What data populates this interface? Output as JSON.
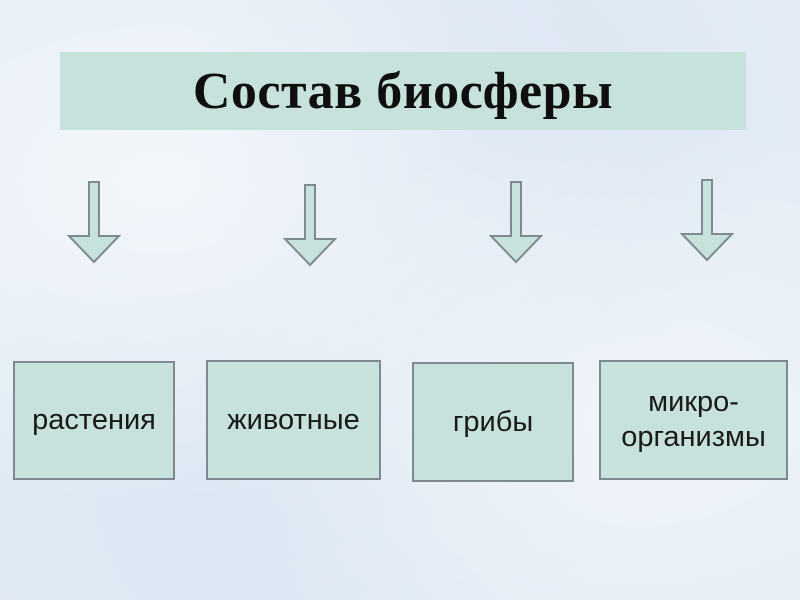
{
  "title": "Состав биосферы",
  "components": [
    {
      "label": "растения"
    },
    {
      "label": "животные"
    },
    {
      "label": "грибы"
    },
    {
      "label_line1": "микро-",
      "label_line2": "организмы"
    }
  ],
  "colors": {
    "box_fill": "#c7e2dc",
    "arrow_fill": "#c7e2dc",
    "border": "#7e8a8f",
    "background": "#e3ecf5"
  }
}
